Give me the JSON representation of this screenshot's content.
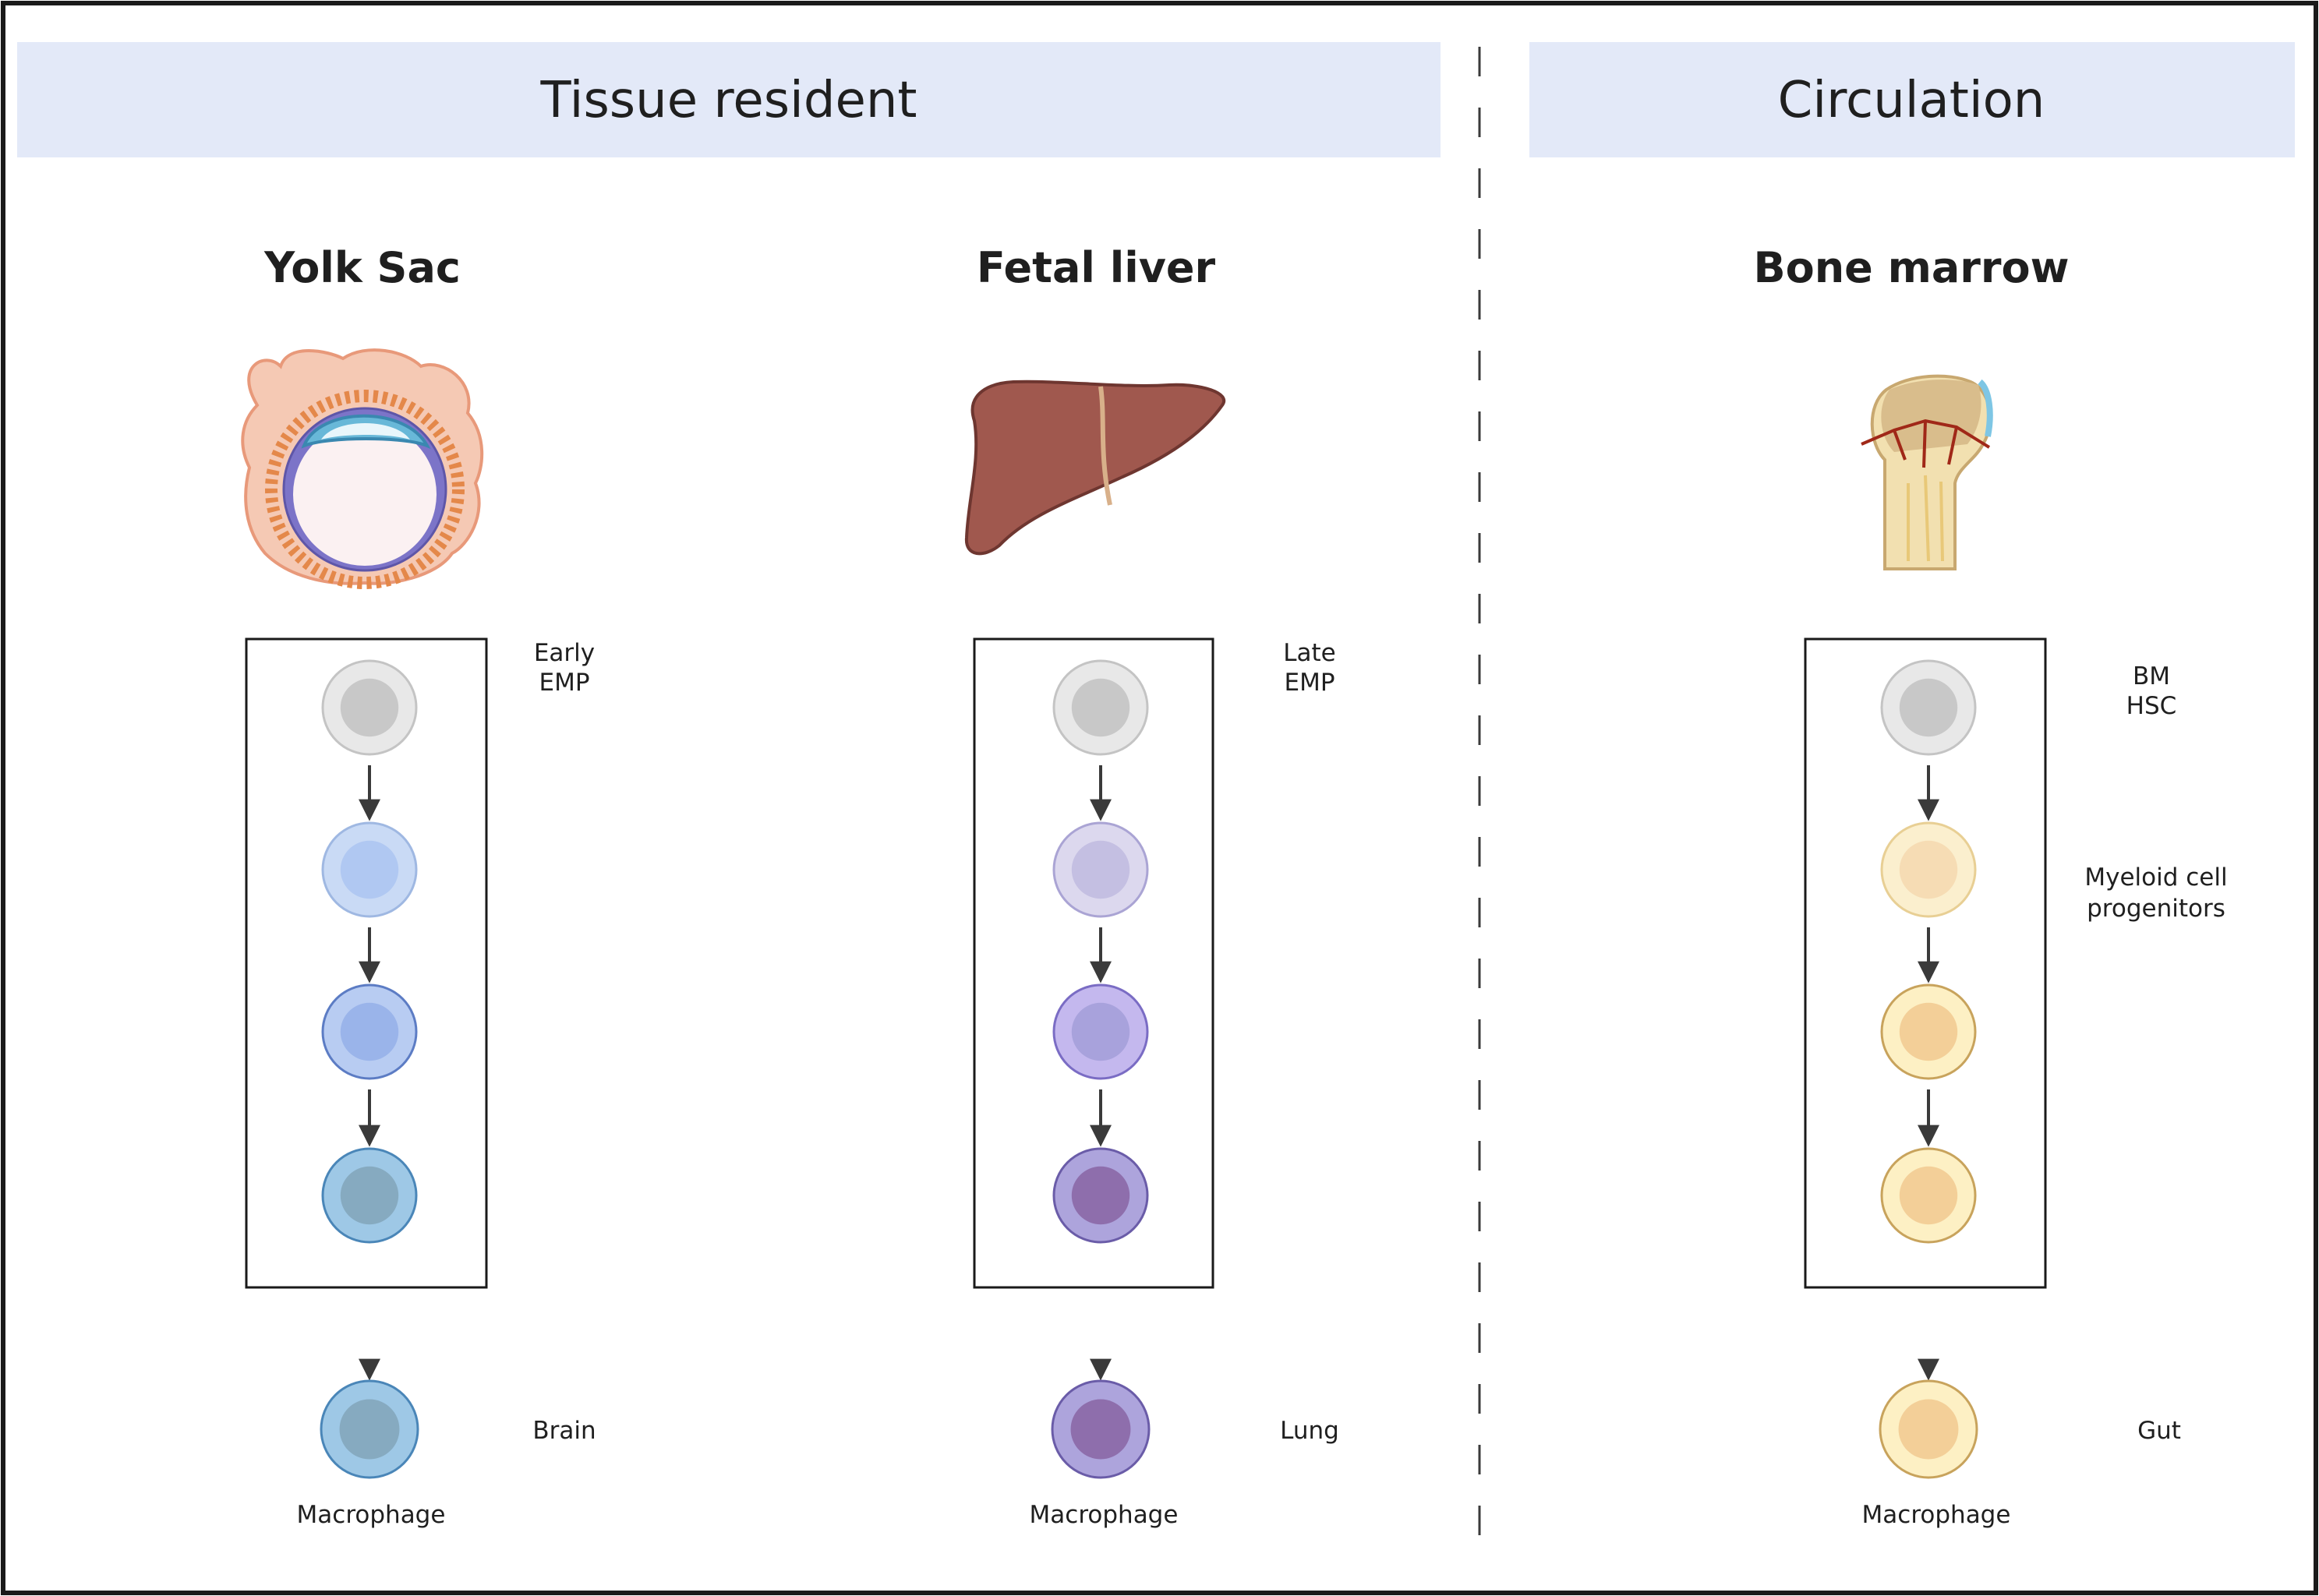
{
  "headers": {
    "left": "Tissue resident",
    "right": "Circulation"
  },
  "columns": [
    {
      "title": "Yolk Sac",
      "illustration": "yolk-sac-illustration",
      "stage_label": [
        "Early",
        "EMP"
      ],
      "tissue_label": "Brain",
      "cell_label": "Macrophage",
      "colors": {
        "cells": [
          [
            "#e8e8e8",
            "#c8c8c8",
            "#c4c4c4"
          ],
          [
            "#c9daf5",
            "#b0c8f2",
            "#9fb8e2"
          ],
          [
            "#b8ccf2",
            "#9ab4ea",
            "#5c7cc4"
          ],
          [
            "#9ec8e6",
            "#86aac0",
            "#4a86b8"
          ]
        ],
        "final": [
          "#9ec8e6",
          "#86aac0",
          "#4a86b8"
        ]
      }
    },
    {
      "title": "Fetal liver",
      "illustration": "liver-illustration",
      "stage_label": [
        "Late",
        "EMP"
      ],
      "tissue_label": "Lung",
      "cell_label": "Macrophage",
      "colors": {
        "cells": [
          [
            "#e8e8e8",
            "#c8c8c8",
            "#c4c4c4"
          ],
          [
            "#dcd8ee",
            "#c4bfe2",
            "#aaa4d4"
          ],
          [
            "#c4b8ee",
            "#a8a2dc",
            "#7a6cc4"
          ],
          [
            "#ada4dc",
            "#8e6eac",
            "#6a5ca8"
          ]
        ],
        "final": [
          "#ada4dc",
          "#8e6eac",
          "#6a5ca8"
        ]
      }
    },
    {
      "title": "Bone marrow",
      "illustration": "bone-illustration",
      "stage_label": [
        "BM",
        "HSC"
      ],
      "progenitor_label": [
        "Myeloid cell",
        "progenitors"
      ],
      "tissue_label": "Gut",
      "cell_label": "Macrophage",
      "colors": {
        "cells": [
          [
            "#e8e8e8",
            "#c8c8c8",
            "#c4c4c4"
          ],
          [
            "#fbefce",
            "#f6dcb4",
            "#e8cf94"
          ],
          [
            "#fdf0c4",
            "#f3cf98",
            "#c8a35c"
          ],
          [
            "#fdf0c4",
            "#f3cf98",
            "#c8a35c"
          ]
        ],
        "final": [
          "#fdf0c4",
          "#f3cf98",
          "#c8a35c"
        ]
      }
    }
  ]
}
